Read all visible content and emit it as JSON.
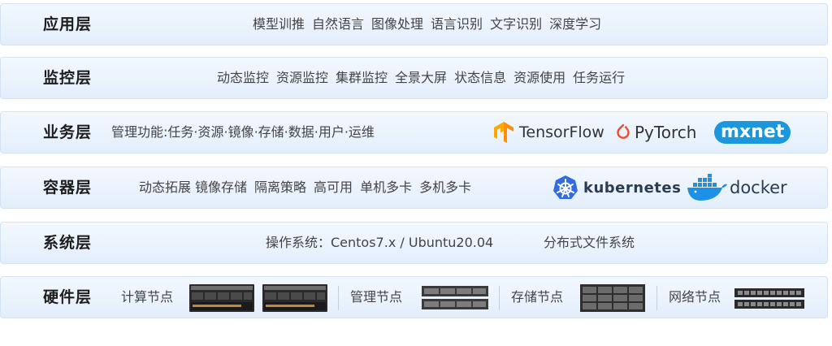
{
  "layers": [
    {
      "title": "应用层",
      "items": [
        "模型训推",
        "自然语言",
        "图像处理",
        "语言识别",
        "文字识别",
        "深度学习"
      ]
    },
    {
      "title": "监控层",
      "items": [
        "动态监控",
        "资源监控",
        "集群监控",
        "全景大屏",
        "状态信息",
        "资源使用",
        "任务运行"
      ]
    },
    {
      "title": "业务层",
      "text": "管理功能:任务·资源·镜像·存储·数据·用户·运维",
      "logos": [
        "TensorFlow",
        "PyTorch",
        "mxnet"
      ]
    },
    {
      "title": "容器层",
      "items": [
        "动态拓展",
        "镜像存储",
        "隔离策略",
        "高可用",
        "单机多卡",
        "多机多卡"
      ],
      "logos": [
        "kubernetes",
        "docker"
      ]
    },
    {
      "title": "系统层",
      "text": "操作系统：Centos7.x / Ubuntu20.04",
      "text2": "分布式文件系统"
    },
    {
      "title": "硬件层",
      "nodes": [
        "计算节点",
        "管理节点",
        "存储节点",
        "网络节点"
      ]
    }
  ],
  "colors": {
    "tensorflow": "#ff8f00",
    "pytorch": "#ee4c2c",
    "mxnet": "#1c97dd",
    "kubernetes": "#326ce5",
    "docker": "#1d91e6"
  },
  "icons": [
    "tensorflow-logo-icon",
    "pytorch-logo-icon",
    "kubernetes-logo-icon",
    "docker-whale-icon",
    "server-icon",
    "network-switch-icon"
  ]
}
